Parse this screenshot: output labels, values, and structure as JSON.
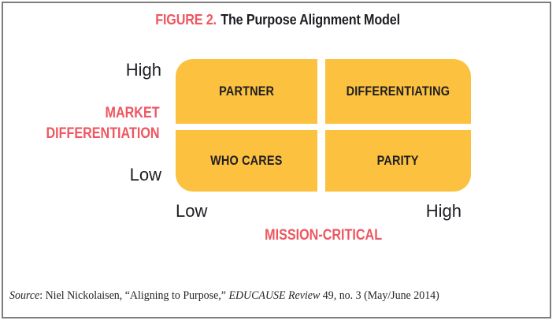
{
  "title": {
    "figure_label": "FIGURE 2.",
    "text": "The Purpose Alignment Model"
  },
  "quadrants": {
    "top_left": "PARTNER",
    "top_right": "DIFFERENTIATING",
    "bottom_left": "WHO CARES",
    "bottom_right": "PARITY"
  },
  "y_axis": {
    "title_line1": "MARKET",
    "title_line2": "DIFFERENTIATION",
    "high_label": "High",
    "low_label": "Low"
  },
  "x_axis": {
    "title": "MISSION-CRITICAL",
    "low_label": "Low",
    "high_label": "High"
  },
  "source_note": {
    "source_word": "Source",
    "segment_1": ": Niel Nickolaisen, “Aligning to Purpose,” ",
    "journal": "EDUCAUSE Review",
    "segment_2": " 49, no. 3 (May/June 2014)"
  },
  "colors": {
    "accent_red": "#EE5660",
    "quadrant_yellow": "#FCC13E",
    "text_dark": "#1E1E23",
    "border_gray": "#7D7D7D"
  }
}
